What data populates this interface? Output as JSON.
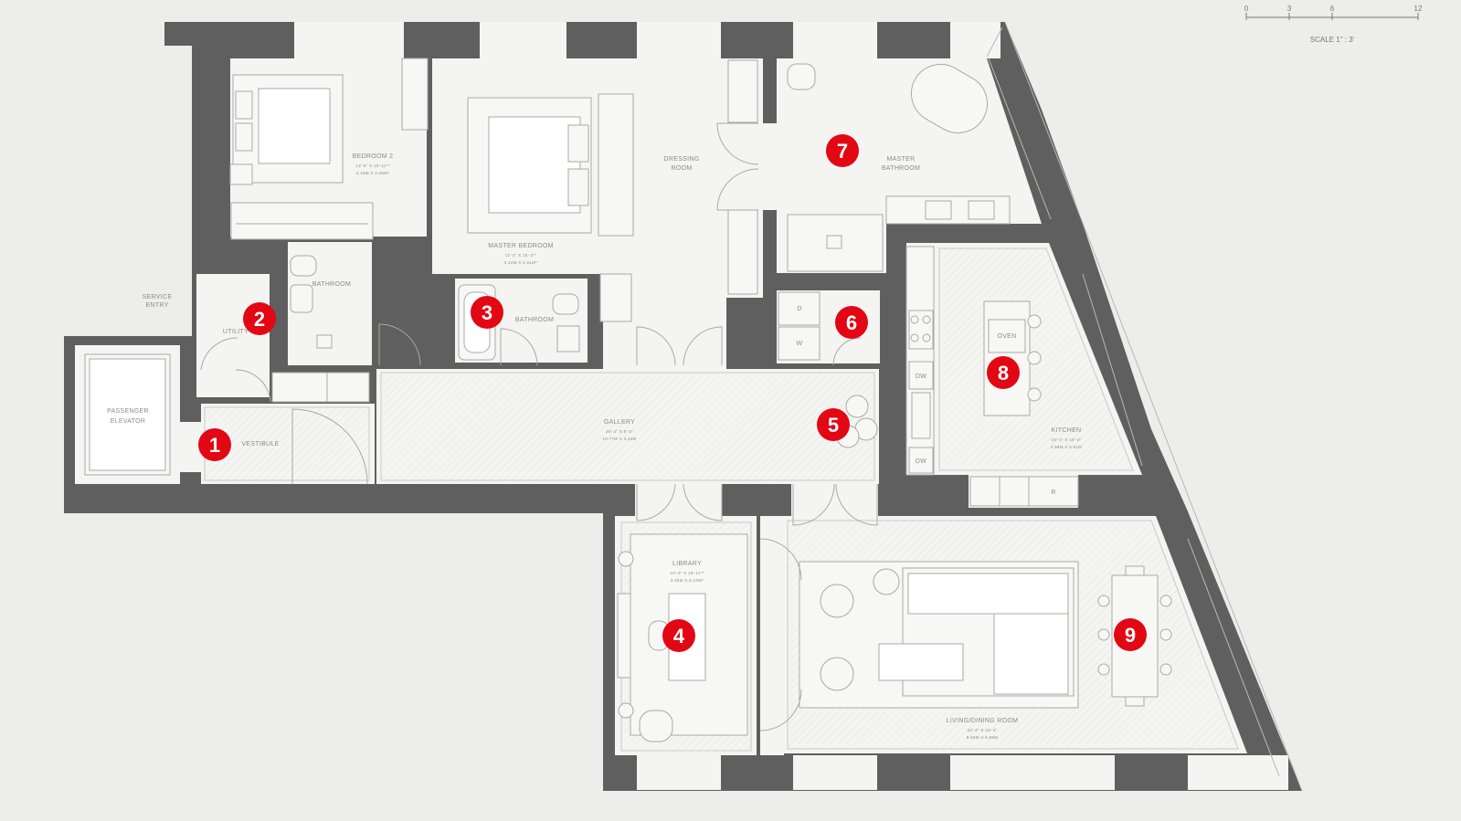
{
  "scale": {
    "ticks": [
      "0",
      "3",
      "6",
      "12"
    ],
    "label": "SCALE 1\" : 3'"
  },
  "rooms": {
    "bedroom2": {
      "name": "BEDROOM 2",
      "dim1": "13'-6\" X 10'-11\"*",
      "dim2": "4.18M X 3.06M*"
    },
    "master_bedroom": {
      "name": "MASTER BEDROOM",
      "dim1": "11'-3\" X 15'-2\"*",
      "dim2": "3.44M X 4.61M*"
    },
    "dressing_room": {
      "line1": "DRESSING",
      "line2": "ROOM"
    },
    "master_bathroom": {
      "line1": "MASTER",
      "line2": "BATHROOM"
    },
    "bathroom_a": {
      "name": "BATHROOM"
    },
    "bathroom_b": {
      "name": "BATHROOM"
    },
    "utility": {
      "name": "UTILITY"
    },
    "service_entry": {
      "line1": "SERVICE",
      "line2": "ENTRY"
    },
    "passenger_elevator": {
      "line1": "PASSENGER",
      "line2": "ELEVATOR"
    },
    "vestibule": {
      "name": "VESTIBULE"
    },
    "gallery": {
      "name": "GALLERY",
      "dim1": "35'-4\" X 8'-0\"",
      "dim2": "10.77M X 2.44M"
    },
    "library": {
      "name": "LIBRARY",
      "dim1": "10'-0\" X 16'-11\"*",
      "dim2": "3.05M X 5.16M*"
    },
    "kitchen": {
      "name": "KITCHEN",
      "dim1": "16'-4\" X 18'-3\"",
      "dim2": "4.98M X 5.61M"
    },
    "living": {
      "name": "LIVING/DINING ROOM",
      "dim1": "32'-2\" X 19'-4\"",
      "dim2": "9.80M X 5.89M"
    }
  },
  "appliances": {
    "oven": "OVEN",
    "dw1": "DW",
    "dw2": "DW",
    "refrigerator": "R",
    "dryer": "D",
    "washer": "W"
  },
  "markers": [
    "1",
    "2",
    "3",
    "4",
    "5",
    "6",
    "7",
    "8",
    "9"
  ],
  "colors": {
    "wall": "#5f5f5f",
    "floor": "#f4f4f2",
    "background": "#ededeb",
    "marker": "#e30613",
    "line": "#b5b5b3"
  }
}
